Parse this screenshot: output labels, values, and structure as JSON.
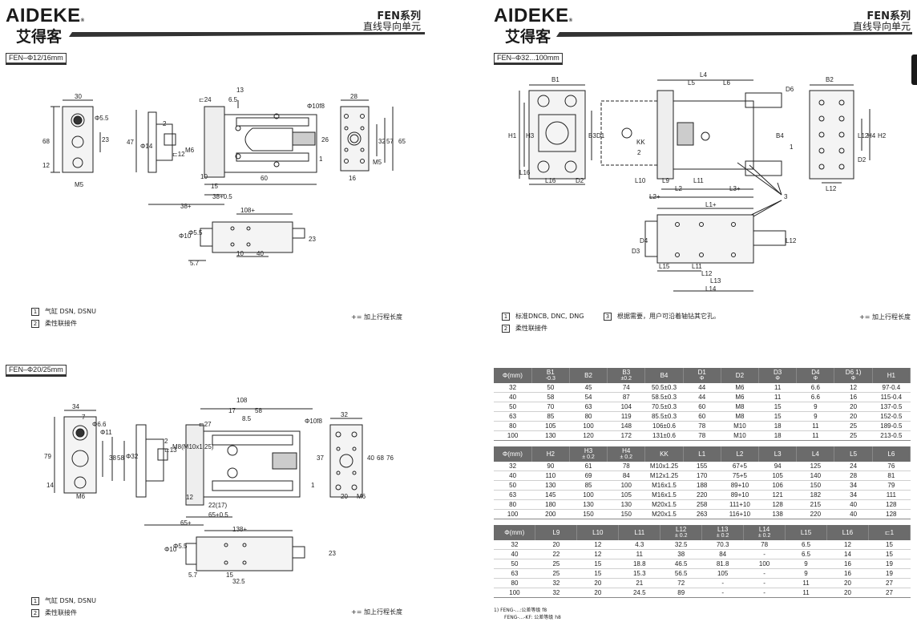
{
  "left_header": {
    "logo": "AIDEKE",
    "logo_cn": "艾得客",
    "series": "FEN系列",
    "subtitle": "直线导向单元"
  },
  "right_header": {
    "logo": "AIDEKE",
    "logo_cn": "艾得客",
    "series": "FEN系列",
    "subtitle": "直线导向单元"
  },
  "sections": {
    "s1": "FEN–Φ12/16mm",
    "s2": "FEN–Φ20/25mm",
    "s3": "FEN–Φ32...100mm"
  },
  "legend_small": [
    {
      "num": "1",
      "text": "气缸 DSN, DSNU"
    },
    {
      "num": "2",
      "text": "柔性联接件"
    }
  ],
  "legend_large": {
    "item1": {
      "num": "1",
      "text": "标准DNCB, DNC, DNG"
    },
    "item2": {
      "num": "2",
      "text": "柔性联接件"
    },
    "item3": {
      "num": "3",
      "text": "根据需要，用户可沿着轴钻其它孔。"
    }
  },
  "plus_note": "+= 加上行程长度",
  "drawing_labels": {
    "d1": [
      "30",
      "Φ5.5",
      "68",
      "23",
      "12",
      "M5",
      "47",
      "Φ14",
      "⊏24",
      "6.5",
      "13",
      "Φ10f8",
      "28",
      "M6",
      "⊏12",
      "32",
      "57",
      "65",
      "26",
      "10",
      "15",
      "60",
      "38+0.5",
      "38+",
      "16",
      "M5",
      "108+",
      "Φ10",
      "Φ5.5",
      "23",
      "5.7",
      "10",
      "40",
      "2",
      "1"
    ],
    "d2": [
      "34",
      "7",
      "Φ6.6",
      "Φ11",
      "79",
      "38",
      "58",
      "14",
      "M6",
      "Φ32",
      "⊏13",
      "⊏27",
      "108",
      "17",
      "58",
      "8.5",
      "M8(M10x1.25)",
      "Φ10f8",
      "32",
      "40",
      "68",
      "76",
      "37",
      "12",
      "22(17)",
      "65+0.5",
      "65+",
      "20",
      "M6",
      "138+",
      "Φ10",
      "Φ5.5",
      "23",
      "5.7",
      "15",
      "32.5",
      "2",
      "1"
    ],
    "d3": [
      "B1",
      "L4",
      "L5",
      "L6",
      "D6",
      "B2",
      "H1",
      "H3",
      "B3",
      "D1",
      "KK",
      "B4",
      "H2",
      "H4",
      "L12",
      "D2",
      "L16",
      "L16",
      "D2",
      "L10",
      "L9",
      "L11",
      "L2",
      "L3+",
      "L2+",
      "L12",
      "1",
      "2",
      "3",
      "L1+",
      "D4",
      "D3",
      "L15",
      "L11",
      "L12",
      "L13",
      "L14",
      "L12"
    ]
  },
  "table1": {
    "headers": [
      "Φ(mm)",
      "B1|-0.3",
      "B2",
      "B3|±0.2",
      "B4",
      "D1|Φ",
      "D2",
      "D3|Φ",
      "D4|Φ",
      "D6 1)|Φ",
      "H1"
    ],
    "rows": [
      [
        "32",
        "50",
        "45",
        "74",
        "50.5±0.3",
        "44",
        "M6",
        "11",
        "6.6",
        "12",
        "97-0.4"
      ],
      [
        "40",
        "58",
        "54",
        "87",
        "58.5±0.3",
        "44",
        "M6",
        "11",
        "6.6",
        "16",
        "115-0.4"
      ],
      [
        "50",
        "70",
        "63",
        "104",
        "70.5±0.3",
        "60",
        "M8",
        "15",
        "9",
        "20",
        "137-0.5"
      ],
      [
        "63",
        "85",
        "80",
        "119",
        "85.5±0.3",
        "60",
        "M8",
        "15",
        "9",
        "20",
        "152-0.5"
      ],
      [
        "80",
        "105",
        "100",
        "148",
        "106±0.6",
        "78",
        "M10",
        "18",
        "11",
        "25",
        "189-0.5"
      ],
      [
        "100",
        "130",
        "120",
        "172",
        "131±0.6",
        "78",
        "M10",
        "18",
        "11",
        "25",
        "213-0.5"
      ]
    ]
  },
  "table2": {
    "headers": [
      "Φ(mm)",
      "H2",
      "H3|± 0.2",
      "H4|± 0.2",
      "KK",
      "L1",
      "L2",
      "L3",
      "L4",
      "L5",
      "L6"
    ],
    "rows": [
      [
        "32",
        "90",
        "61",
        "78",
        "M10x1.25",
        "155",
        "67+5",
        "94",
        "125",
        "24",
        "76"
      ],
      [
        "40",
        "110",
        "69",
        "84",
        "M12x1.25",
        "170",
        "75+5",
        "105",
        "140",
        "28",
        "81"
      ],
      [
        "50",
        "130",
        "85",
        "100",
        "M16x1.5",
        "188",
        "89+10",
        "106",
        "150",
        "34",
        "79"
      ],
      [
        "63",
        "145",
        "100",
        "105",
        "M16x1.5",
        "220",
        "89+10",
        "121",
        "182",
        "34",
        "111"
      ],
      [
        "80",
        "180",
        "130",
        "130",
        "M20x1.5",
        "258",
        "111+10",
        "128",
        "215",
        "40",
        "128"
      ],
      [
        "100",
        "200",
        "150",
        "150",
        "M20x1.5",
        "263",
        "116+10",
        "138",
        "220",
        "40",
        "128"
      ]
    ]
  },
  "table3": {
    "headers": [
      "Φ(mm)",
      "L9",
      "L10",
      "L11",
      "L12|± 0.2",
      "L13|± 0.2",
      "L14|± 0.2",
      "L15",
      "L16",
      "⊏1"
    ],
    "rows": [
      [
        "32",
        "20",
        "12",
        "4.3",
        "32.5",
        "70.3",
        "78",
        "6.5",
        "12",
        "15"
      ],
      [
        "40",
        "22",
        "12",
        "11",
        "38",
        "84",
        "-",
        "6.5",
        "14",
        "15"
      ],
      [
        "50",
        "25",
        "15",
        "18.8",
        "46.5",
        "81.8",
        "100",
        "9",
        "16",
        "19"
      ],
      [
        "63",
        "25",
        "15",
        "15.3",
        "56.5",
        "105",
        "-",
        "9",
        "16",
        "19"
      ],
      [
        "80",
        "32",
        "20",
        "21",
        "72",
        "-",
        "-",
        "11",
        "20",
        "27"
      ],
      [
        "100",
        "32",
        "20",
        "24.5",
        "89",
        "-",
        "-",
        "11",
        "20",
        "27"
      ]
    ]
  },
  "footnote": {
    "line1": "1)   FENG-...:公差等级 f8",
    "line2": "FENG-...-KF: 公差等级 h8"
  }
}
